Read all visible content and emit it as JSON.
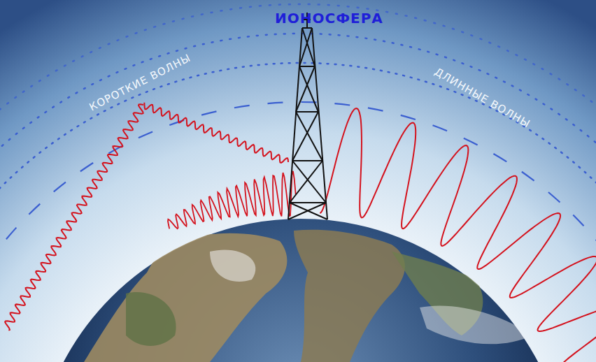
{
  "diagram": {
    "labels": [
      "ИОНОСФЕРА",
      "КОРОТКИЕ ВОЛНЫ",
      "ДЛИННЫЕ ВОЛНЫ"
    ]
  }
}
